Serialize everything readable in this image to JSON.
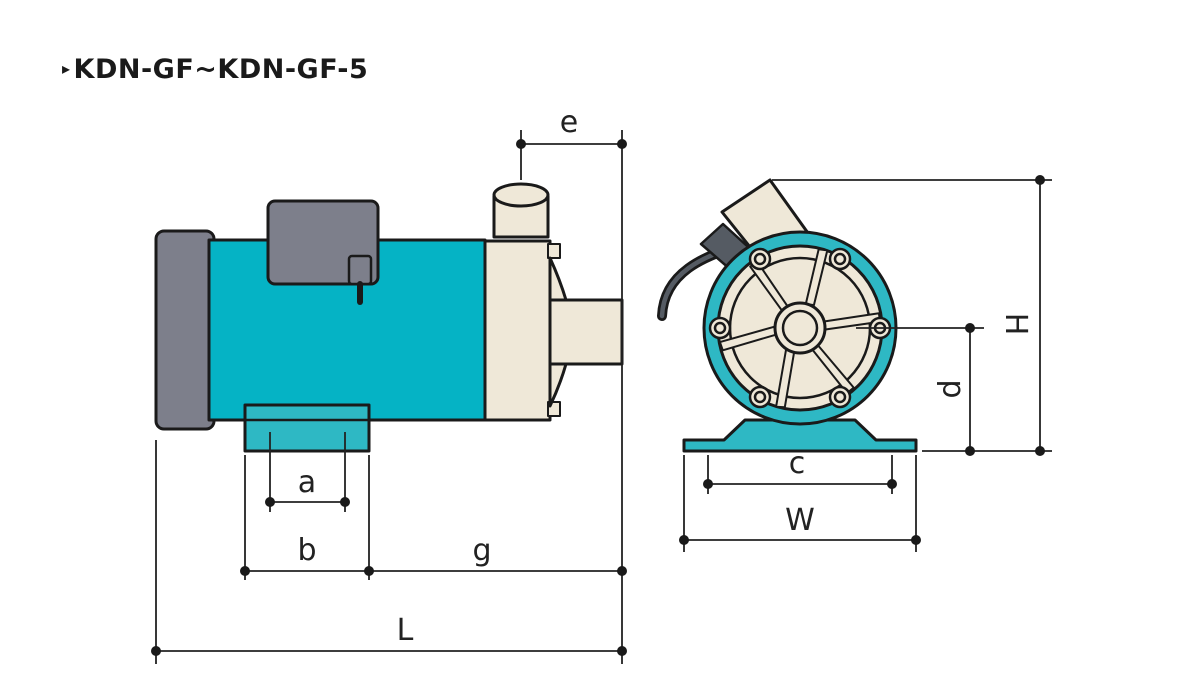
{
  "title": {
    "marker": "▸",
    "text": "KDN-GF~KDN-GF-5"
  },
  "dimension_labels": {
    "a": "a",
    "b": "b",
    "g": "g",
    "L": "L",
    "e": "e",
    "c": "c",
    "W": "W",
    "d": "d",
    "H": "H"
  },
  "colors": {
    "motor_body": "#05b3c5",
    "motor_cap": "#7d7f8b",
    "pump_housing": "#efe8d8",
    "foot": "#2eb8c4",
    "outline": "#1a1a1a"
  }
}
